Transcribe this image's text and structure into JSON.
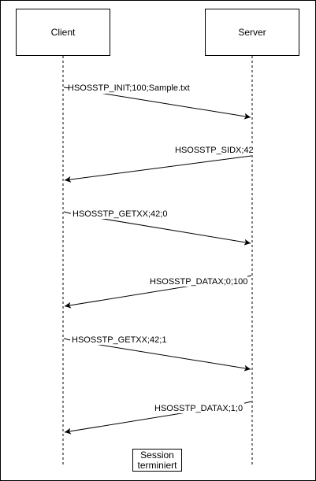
{
  "participants": {
    "client": "Client",
    "server": "Server"
  },
  "messages": [
    {
      "label": "HSOSSTP_INIT;100;Sample.txt",
      "from": "client",
      "to": "server"
    },
    {
      "label": "HSOSSTP_SIDX;42",
      "from": "server",
      "to": "client"
    },
    {
      "label": "HSOSSTP_GETXX;42;0",
      "from": "client",
      "to": "server"
    },
    {
      "label": "HSOSSTP_DATAX;0;100",
      "from": "server",
      "to": "client"
    },
    {
      "label": "HSOSSTP_GETXX;42;1",
      "from": "client",
      "to": "server"
    },
    {
      "label": "HSOSSTP_DATAX;1;0",
      "from": "server",
      "to": "client"
    }
  ],
  "end_note": {
    "line1": "Session",
    "line2": "terminiert"
  }
}
